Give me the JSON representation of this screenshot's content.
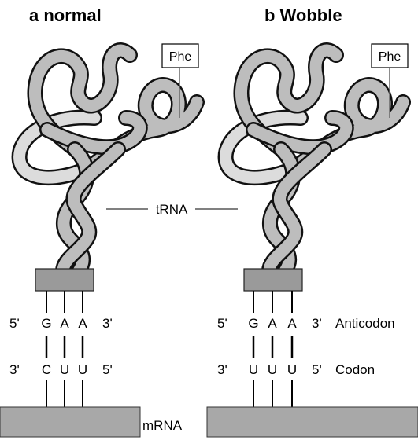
{
  "panels": [
    {
      "title": "a normal",
      "amino_acid": "Phe",
      "anticodon": {
        "five_prime": "5'",
        "bases": [
          "G",
          "A",
          "A"
        ],
        "three_prime": "3'"
      },
      "codon": {
        "three_prime": "3'",
        "bases": [
          "C",
          "U",
          "U"
        ],
        "five_prime": "5'"
      }
    },
    {
      "title": "b Wobble",
      "amino_acid": "Phe",
      "anticodon": {
        "five_prime": "5'",
        "bases": [
          "G",
          "A",
          "A"
        ],
        "three_prime": "3'"
      },
      "codon": {
        "three_prime": "3'",
        "bases": [
          "U",
          "U",
          "U"
        ],
        "five_prime": "5'"
      }
    }
  ],
  "labels": {
    "trna": "tRNA",
    "mrna": "mRNA",
    "anticodon": "Anticodon",
    "codon": "Codon"
  },
  "colors": {
    "tube": "#bdbdbd",
    "tube_light": "#dcdcdc",
    "block": "#9a9a9a",
    "mrna": "#a8a8a8"
  }
}
